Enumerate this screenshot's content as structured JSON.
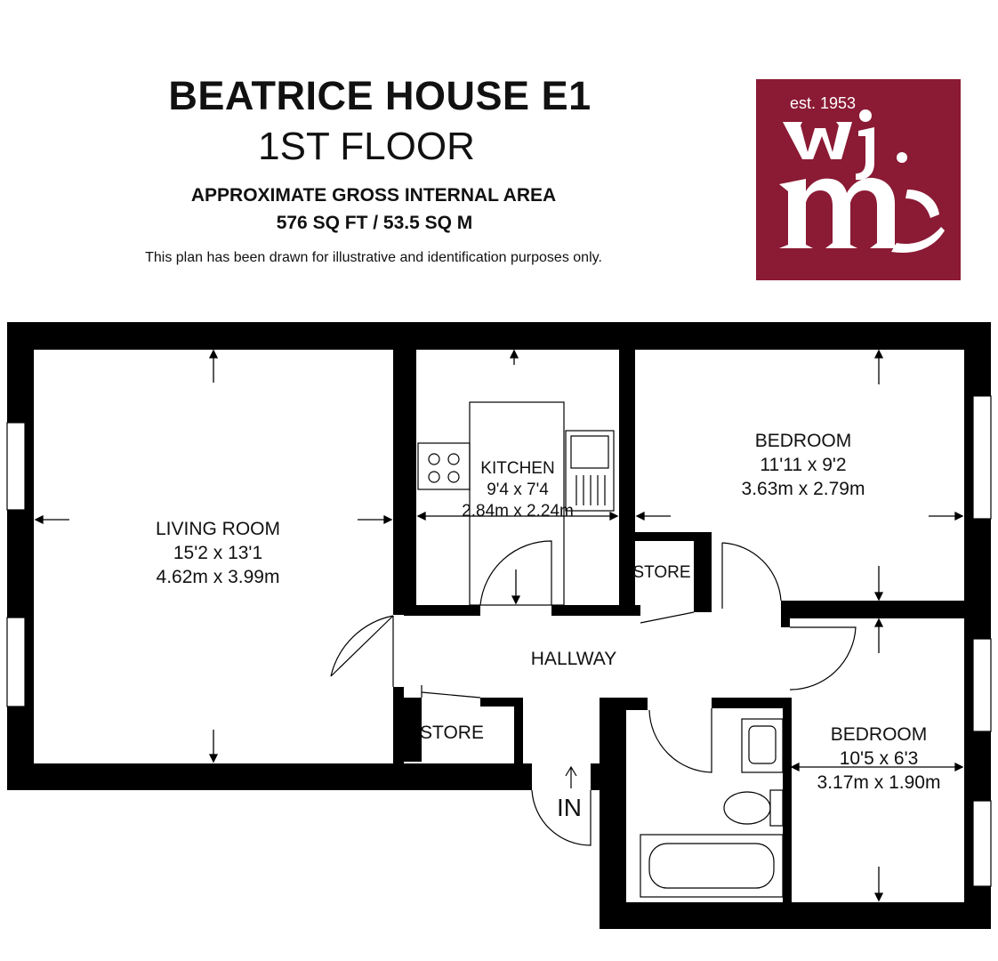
{
  "header": {
    "title": "BEATRICE HOUSE E1",
    "subtitle": "1ST FLOOR",
    "area_heading": "APPROXIMATE GROSS INTERNAL AREA",
    "area_value": "576 SQ FT / 53.5 SQ M",
    "disclaimer": "This plan has been drawn for illustrative and identification purposes only."
  },
  "logo": {
    "est": "est. 1953",
    "monogram": "wj m",
    "brand_color": "#8b1a34"
  },
  "rooms": {
    "living": {
      "name": "LIVING ROOM",
      "imperial": "15'2 x 13'1",
      "metric": "4.62m x 3.99m"
    },
    "kitchen": {
      "name": "KITCHEN",
      "imperial": "9'4 x 7'4",
      "metric": "2.84m x 2.24m"
    },
    "bedroom1": {
      "name": "BEDROOM",
      "imperial": "11'11 x 9'2",
      "metric": "3.63m x 2.79m"
    },
    "bedroom2": {
      "name": "BEDROOM",
      "imperial": "10'5 x 6'3",
      "metric": "3.17m x 1.90m"
    },
    "hallway": {
      "name": "HALLWAY"
    },
    "store_top": {
      "name": "STORE"
    },
    "store_bottom": {
      "name": "STORE"
    },
    "entrance": {
      "name": "IN"
    }
  }
}
